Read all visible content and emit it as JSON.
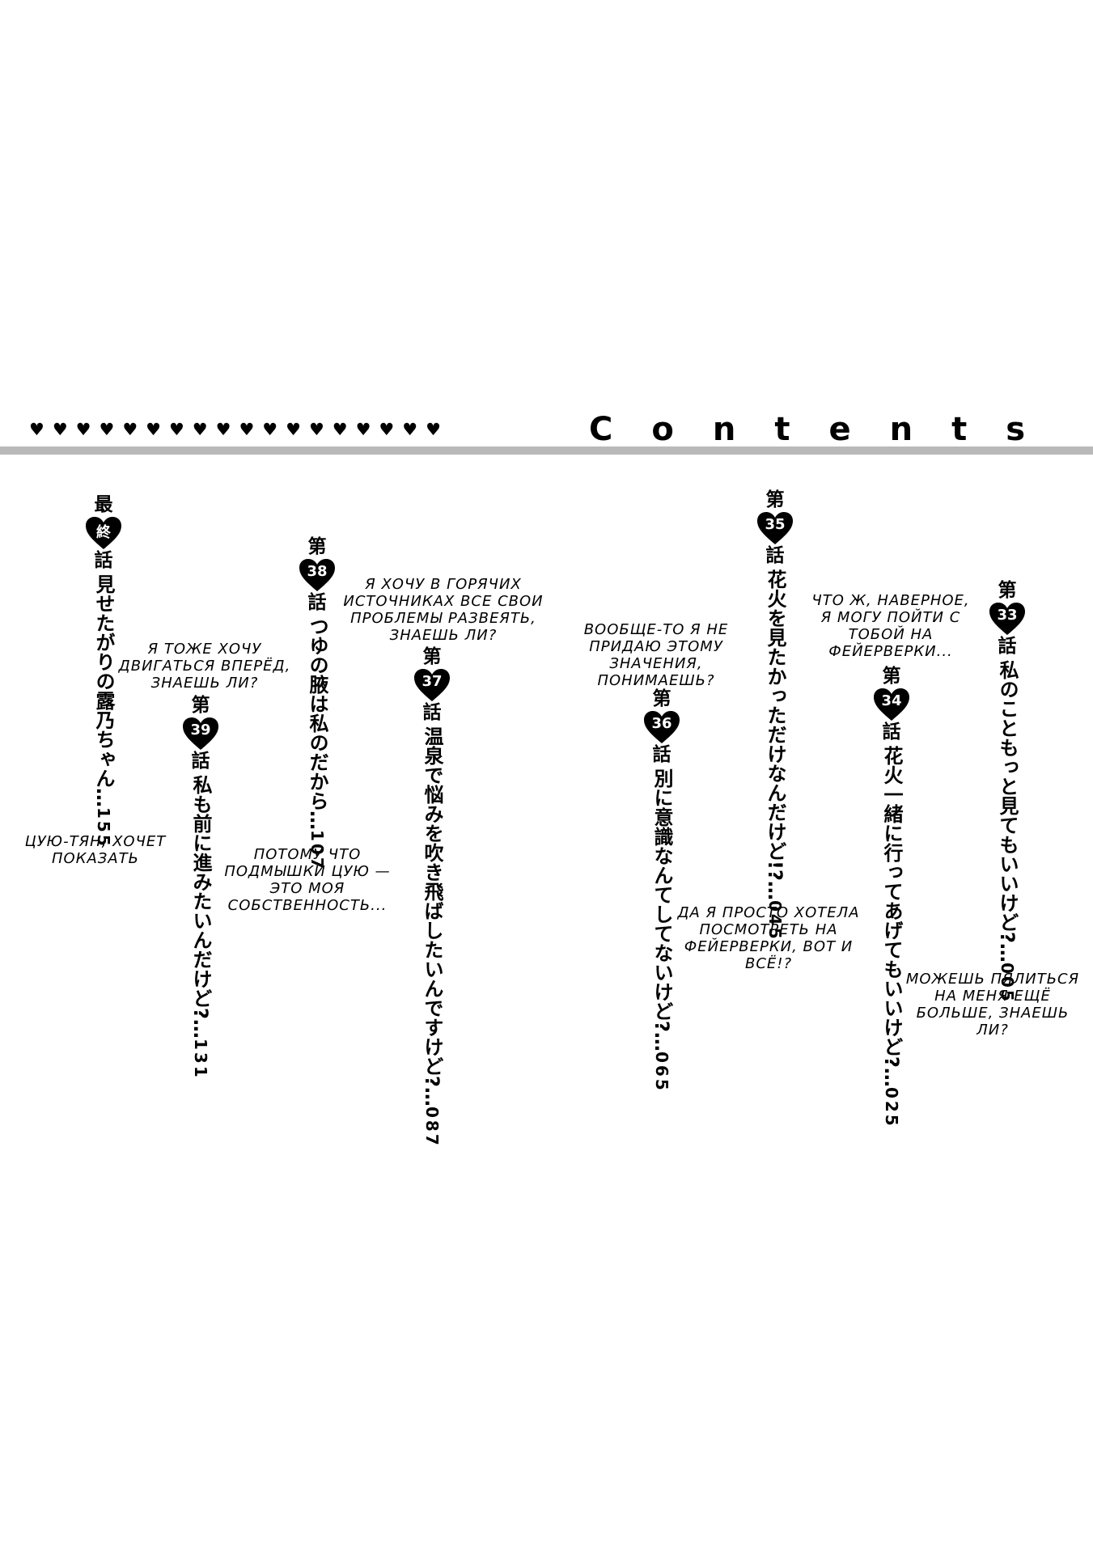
{
  "header": {
    "hearts": [
      "♥",
      "♥",
      "♥",
      "♥",
      "♥",
      "♥",
      "♥",
      "♥",
      "♥",
      "♥",
      "♥",
      "♥",
      "♥",
      "♥",
      "♥",
      "♥",
      "♥",
      "♥"
    ],
    "title": "Contents"
  },
  "chapters": [
    {
      "dai": "最",
      "num": "終",
      "wa": "話",
      "title": "見せたがりの露乃ちゃん…",
      "page": "155",
      "caption": "Цую-тян, хочет\nпоказать"
    },
    {
      "dai": "第",
      "num": "39",
      "wa": "話",
      "title": "私も前に進みたいんだけど?…",
      "page": "131",
      "caption": "Я тоже хочу\nдвигаться вперёд,\nзнаешь ли?"
    },
    {
      "dai": "第",
      "num": "38",
      "wa": "話",
      "title": "つゆの腋は私のだから…",
      "page": "107",
      "caption": "Потому что\nподмышки Цую —\nэто моя\nсобственность..."
    },
    {
      "dai": "第",
      "num": "37",
      "wa": "話",
      "title": "温泉で悩みを吹き飛ばしたいんですけど?…",
      "page": "087",
      "caption": "Я хочу в горячих\nисточниках все свои\nпроблемы развеять,\nзнаешь ли?"
    },
    {
      "dai": "第",
      "num": "36",
      "wa": "話",
      "title": "別に意識なんてしてないけど?…",
      "page": "065",
      "caption": "Вообще-то я не\nпридаю этому\nзначения,\nпонимаешь?"
    },
    {
      "dai": "第",
      "num": "35",
      "wa": "話",
      "title": "花火を見たかっただけなんだけど!?…",
      "page": "045",
      "caption": "Да я просто хотела\nпосмотреть на\nфейерверки, вот и\nвсё!?"
    },
    {
      "dai": "第",
      "num": "34",
      "wa": "話",
      "title": "花火一緒に行ってあげてもいいけど?…",
      "page": "025",
      "caption": "Что ж, наверное,\nя могу пойти с\nтобой на\nфейерверки..."
    },
    {
      "dai": "第",
      "num": "33",
      "wa": "話",
      "title": "私のこともっと見てもいいけど?…",
      "page": "005",
      "caption": "Можешь пялиться\nна меня ещё\nбольше, знаешь ли?"
    }
  ]
}
